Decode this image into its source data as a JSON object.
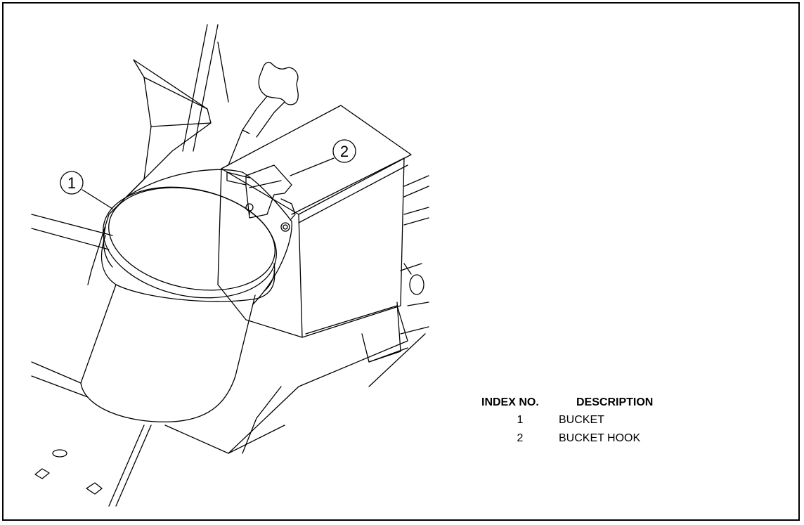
{
  "callouts": [
    {
      "label": "1"
    },
    {
      "label": "2"
    }
  ],
  "legend": {
    "header_index": "INDEX NO.",
    "header_description": "DESCRIPTION",
    "rows": [
      {
        "index": "1",
        "description": "BUCKET"
      },
      {
        "index": "2",
        "description": "BUCKET HOOK"
      }
    ]
  },
  "colors": {
    "line": "#000000",
    "background": "#ffffff"
  }
}
